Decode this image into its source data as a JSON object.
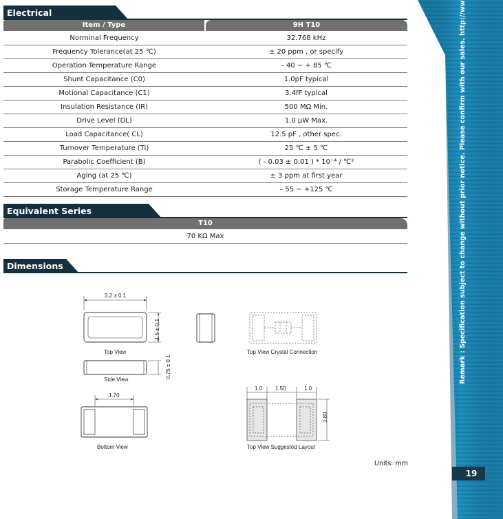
{
  "electrical": {
    "title": "Electrical Specifications",
    "header_item": "Item / Type",
    "header_type": "9H T10",
    "rows": [
      {
        "item": "Norminal Frequency",
        "value": "32.768 kHz"
      },
      {
        "item": "Frequency Tolerance(at 25 ℃)",
        "value": "± 20 ppm , or specify"
      },
      {
        "item": "Operation Temperature Range",
        "value": "– 40 ~ + 85 ℃"
      },
      {
        "item": "Shunt Capacitance (C0)",
        "value": "1.0pF typical"
      },
      {
        "item": "Motional Capacitance (C1)",
        "value": "3.4fF typical"
      },
      {
        "item": "Insulation Resistance (IR)",
        "value": "500 MΩ Min."
      },
      {
        "item": "Drive Level (DL)",
        "value": "1.0 μW Max."
      },
      {
        "item": "Load Capacitance( CL)",
        "value": "12.5 pF , other spec."
      },
      {
        "item": "Turnover Temperature (Ti)",
        "value": "25 ℃ ± 5 ℃"
      },
      {
        "item": "Parabolic Coefficient (B)",
        "value": "( - 0.03 ± 0.01 ) * 10⁻⁴ / ℃²"
      },
      {
        "item": "Aging (at 25 ℃)",
        "value": "± 3 ppm at first year"
      },
      {
        "item": "Storage Temperature Range",
        "value": "– 55 ~ +125 ℃"
      }
    ]
  },
  "esr": {
    "title": "Equivalent Series Resistance(ESR)",
    "header": "T10",
    "value": "70 KΩ Max"
  },
  "dimensions": {
    "title": "Dimensions",
    "top_view_width": "3.2 ± 0.1",
    "top_view_height": "1.5 ± 0.1",
    "top_view_label": "Top View",
    "side_view_height": "0.75 ± 0.1",
    "side_view_label": "Side View",
    "crystal_label": "Top View Crystal Connection",
    "bottom_width": "1.70",
    "bottom_label": "Bottom View",
    "layout_dim_left": "1.0",
    "layout_dim_mid": "1.50",
    "layout_dim_right": "1.0",
    "layout_height": "1.80",
    "layout_label": "Top View Suggested Layout",
    "units": "Units: mm"
  },
  "sidebar": {
    "remark": "Remark : Specification subject to change without prior notice. Please confirm with our sales. http://www.txccorp.com",
    "page_number": "19",
    "color": "#1e8fbd"
  }
}
